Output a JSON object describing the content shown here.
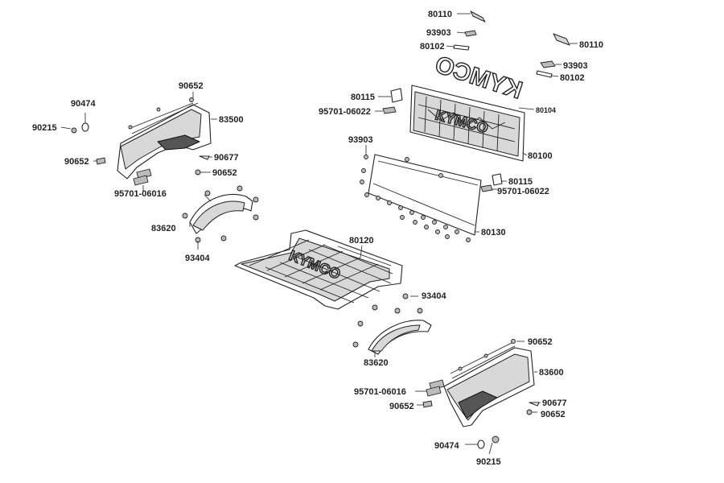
{
  "labels": {
    "p80110_top": "80110",
    "p93903_top": "93903",
    "p80102_top": "80102",
    "p80110_right": "80110",
    "p93903_right": "93903",
    "p80102_right": "80102",
    "p80115_top": "80115",
    "p95701_06022_top": "95701-06022",
    "p80104": "80104",
    "p93903_mid": "93903",
    "p80100": "80100",
    "p80115_mid": "80115",
    "p95701_06022_mid": "95701-06022",
    "p80130": "80130",
    "p90652_a": "90652",
    "p90474_left": "90474",
    "p90215_left": "90215",
    "p83500": "83500",
    "p90652_b": "90652",
    "p90677_left": "90677",
    "p90652_c": "90652",
    "p95701_06016_left": "95701-06016",
    "p83620_left": "83620",
    "p93404_left": "93404",
    "p80120": "80120",
    "p93404_right": "93404",
    "p83620_right": "83620",
    "p90652_d": "90652",
    "p83600": "83600",
    "p95701_06016_right": "95701-06016",
    "p90652_e": "90652",
    "p90677_right": "90677",
    "p90652_f": "90652",
    "p90474_right": "90474",
    "p90215_right": "90215"
  },
  "logos": {
    "tailgate_emblem": "KYMCO",
    "tailgate_panel": "KYMCO",
    "bed_floor": "KYMCO"
  }
}
